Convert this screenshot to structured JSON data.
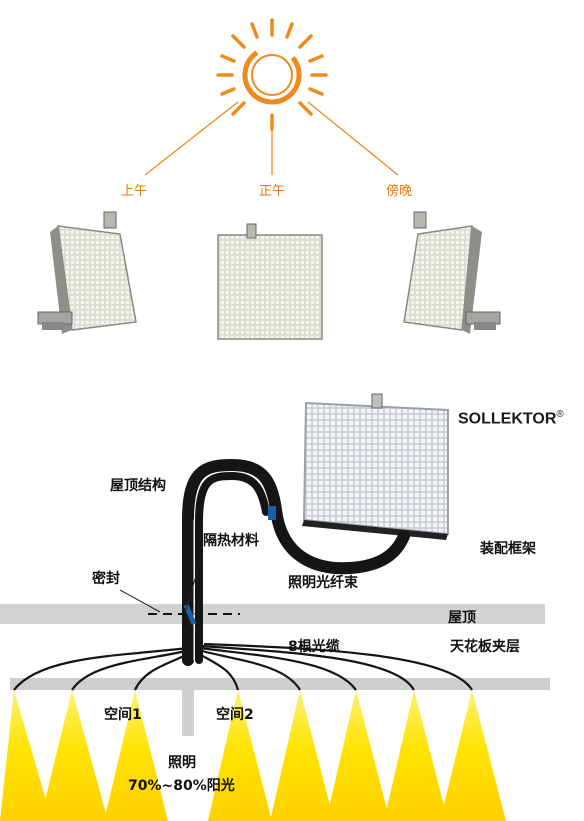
{
  "times": {
    "morning": "上午",
    "noon": "正午",
    "evening": "傍晚"
  },
  "brand": {
    "name": "SOLLEKTOR",
    "mark": "®"
  },
  "labels": {
    "roof_structure": "屋顶结构",
    "insulation": "隔热材料",
    "seal": "密封",
    "fiber_bundle": "照明光纤束",
    "mounting_frame": "装配框架",
    "roof": "屋顶",
    "cables": "8根光缆",
    "ceiling_interlayer": "天花板夹层",
    "space_1": "空间1",
    "space_2": "空间2",
    "lighting": "照明",
    "sunlight_pct": "70%~80%阳光"
  },
  "colors": {
    "sun": "#f08a1c",
    "beam": "#ffe400",
    "cable": "#151515",
    "roof": "#cfcfcf",
    "seal": "#1a5fa8"
  },
  "icons": [
    "sun-icon",
    "solar-collector-icon"
  ]
}
